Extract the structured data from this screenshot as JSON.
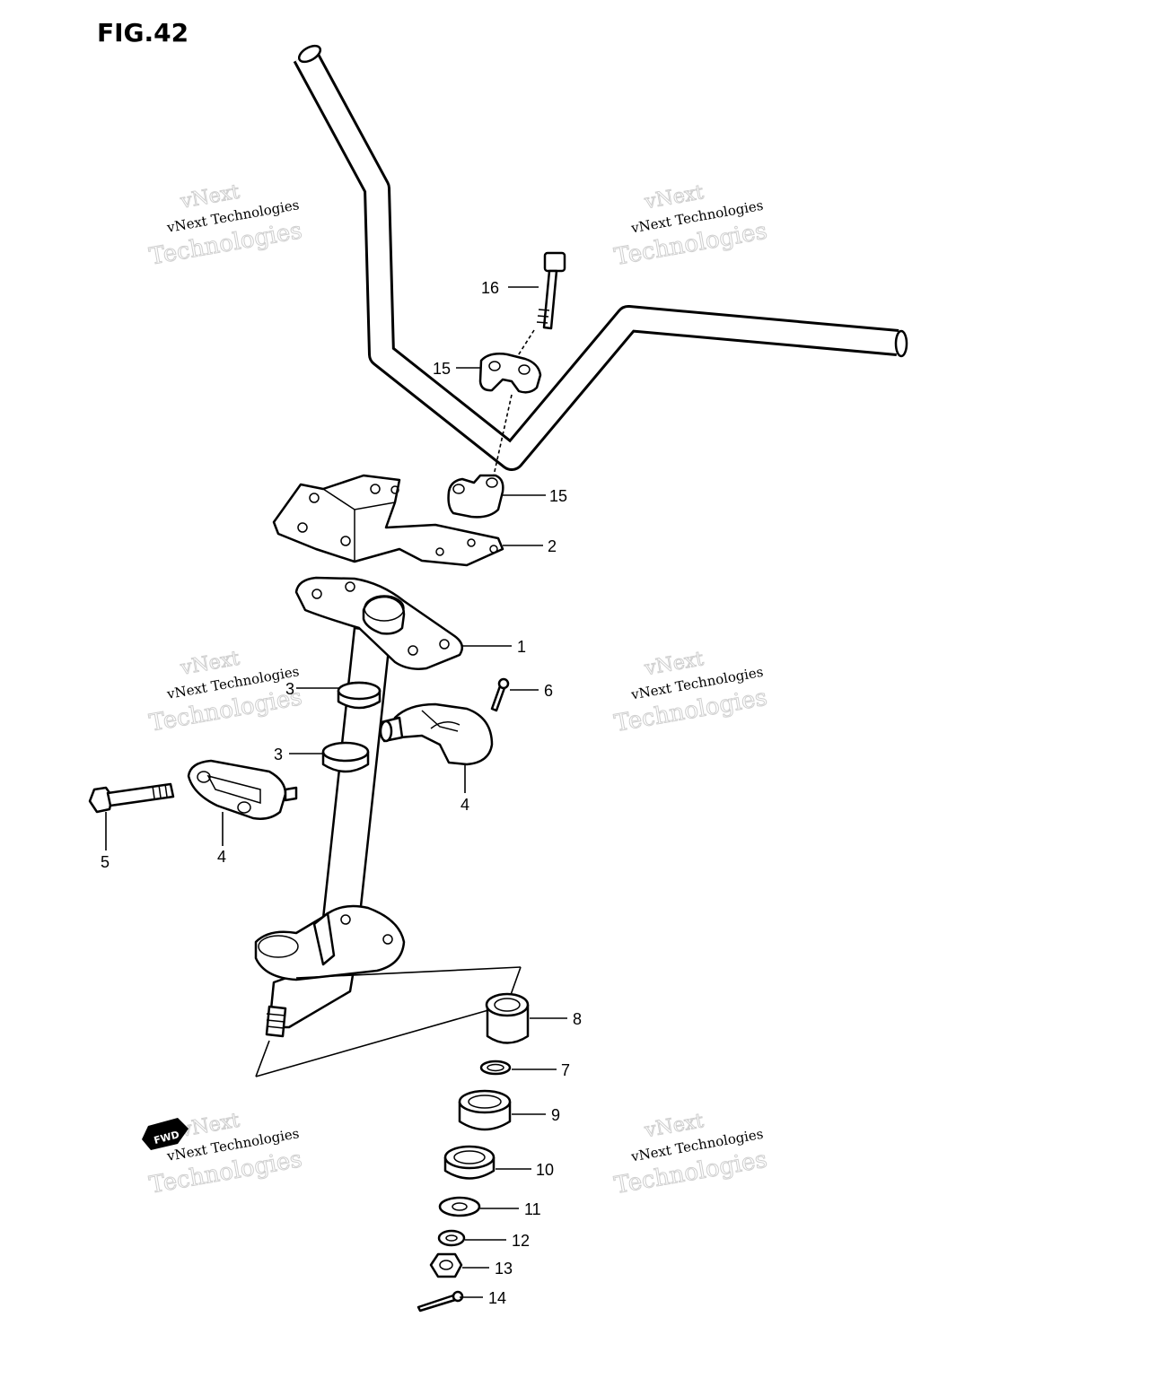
{
  "figure": {
    "title": "FIG.42"
  },
  "watermark": {
    "line1": "vNext Technologies",
    "line2": "Technologies",
    "line0": "vNext"
  },
  "fwd_label": "FWD",
  "callouts": [
    {
      "id": "c16",
      "label": "16"
    },
    {
      "id": "c15a",
      "label": "15"
    },
    {
      "id": "c15b",
      "label": "15"
    },
    {
      "id": "c2",
      "label": "2"
    },
    {
      "id": "c1",
      "label": "1"
    },
    {
      "id": "c3a",
      "label": "3"
    },
    {
      "id": "c6",
      "label": "6"
    },
    {
      "id": "c3b",
      "label": "3"
    },
    {
      "id": "c4a",
      "label": "4"
    },
    {
      "id": "c5",
      "label": "5"
    },
    {
      "id": "c4b",
      "label": "4"
    },
    {
      "id": "c8",
      "label": "8"
    },
    {
      "id": "c7",
      "label": "7"
    },
    {
      "id": "c9",
      "label": "9"
    },
    {
      "id": "c10",
      "label": "10"
    },
    {
      "id": "c11",
      "label": "11"
    },
    {
      "id": "c12",
      "label": "12"
    },
    {
      "id": "c13",
      "label": "13"
    },
    {
      "id": "c14",
      "label": "14"
    }
  ]
}
